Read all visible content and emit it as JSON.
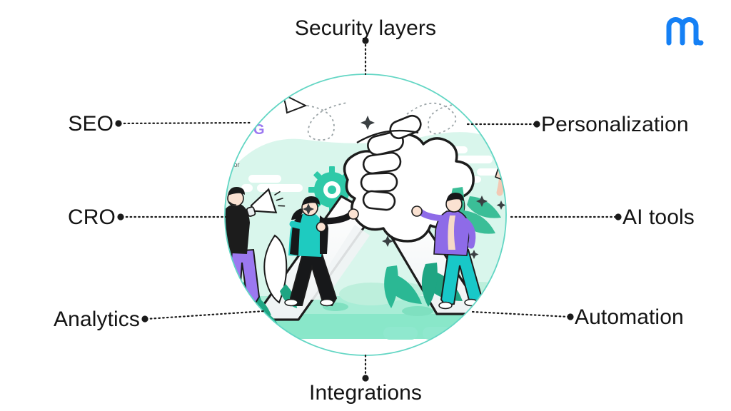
{
  "brand": {
    "logo_icon": "letter-m-logo",
    "logo_color": "#1580F5",
    "logo_alt": "m"
  },
  "theme": {
    "text_color": "#141414",
    "circle_stroke": "#63D6C4",
    "mint_light": "#D6F5EC",
    "mint": "#8FE8CE",
    "mint_deep": "#5FD3B2",
    "accent_purple": "#8E6BE8",
    "accent_teal": "#19C8C0",
    "connector_color": "#1a1a1a"
  },
  "center": {
    "illustration_name": "teamwork-arm-wrestle-illustration",
    "watermark_letter": "G",
    "watermark_word": "for"
  },
  "labels": [
    {
      "id": "security-layers",
      "text": "Security layers",
      "position": "top"
    },
    {
      "id": "personalization",
      "text": "Personalization",
      "position": "right-top"
    },
    {
      "id": "ai-tools",
      "text": "AI tools",
      "position": "right-middle"
    },
    {
      "id": "automation",
      "text": "Automation",
      "position": "right-bottom"
    },
    {
      "id": "integrations",
      "text": "Integrations",
      "position": "bottom"
    },
    {
      "id": "analytics",
      "text": "Analytics",
      "position": "left-bottom"
    },
    {
      "id": "cro",
      "text": "CRO",
      "position": "left-middle"
    },
    {
      "id": "seo",
      "text": "SEO",
      "position": "left-top"
    }
  ]
}
